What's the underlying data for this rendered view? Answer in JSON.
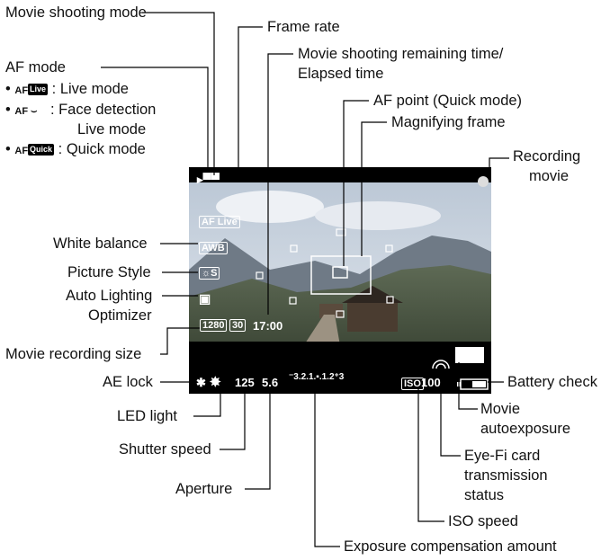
{
  "labels": {
    "movie_shooting_mode": "Movie shooting mode",
    "frame_rate": "Frame rate",
    "remaining_time_1": "Movie shooting remaining time/",
    "remaining_time_2": "Elapsed time",
    "af_mode": "AF mode",
    "live_mode": ": Live mode",
    "face_detection_1": ": Face detection",
    "face_detection_2": "Live mode",
    "quick_mode": ": Quick mode",
    "af_point": "AF point (Quick mode)",
    "magnifying_frame": "Magnifying frame",
    "recording_movie_1": "Recording",
    "recording_movie_2": "movie",
    "white_balance": "White balance",
    "picture_style": "Picture Style",
    "alo_1": "Auto Lighting",
    "alo_2": "Optimizer",
    "recording_size": "Movie recording size",
    "ae_lock": "AE lock",
    "led_light": "LED light",
    "shutter_speed": "Shutter speed",
    "aperture": "Aperture",
    "battery_check": "Battery check",
    "movie_autoexposure_1": "Movie",
    "movie_autoexposure_2": "autoexposure",
    "eyefi_1": "Eye-Fi card",
    "eyefi_2": "transmission",
    "eyefi_3": "status",
    "iso_speed": "ISO speed",
    "exposure_comp": "Exposure compensation amount"
  },
  "af_icons": {
    "live": "AF",
    "live_badge": "Live",
    "face": "AF ⌣",
    "quick": "AF",
    "quick_badge": "Quick"
  },
  "bullet": "•",
  "screen": {
    "af_live": "AF Live",
    "awb": "AWB",
    "picture_style": "☼S",
    "size_1280": "1280",
    "fps_30": "30",
    "time": "17:00",
    "shutter": "125",
    "aperture": "5.6",
    "exposure_scale": "⁻3.2.1.▪.1.2⁺3",
    "iso_label": "ISO",
    "iso_value": "100",
    "ae_lock": "✱",
    "led": "✸"
  }
}
